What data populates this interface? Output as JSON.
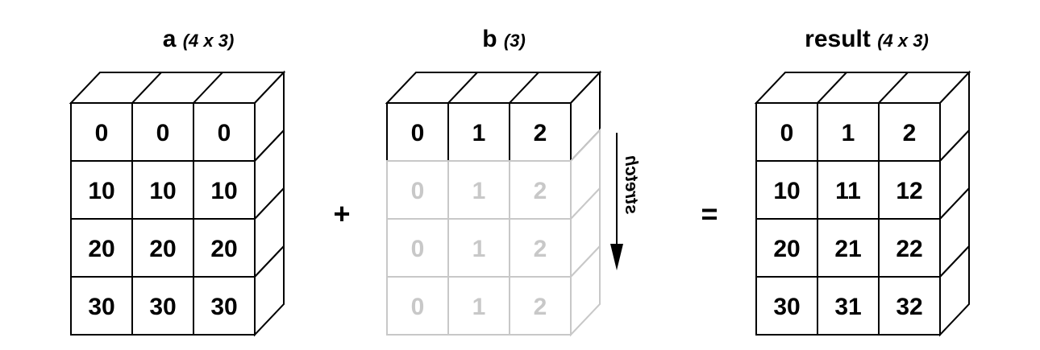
{
  "arrays": [
    {
      "name": "a",
      "shape": "(4 x 3)",
      "rows": [
        [
          "0",
          "0",
          "0"
        ],
        [
          "10",
          "10",
          "10"
        ],
        [
          "20",
          "20",
          "20"
        ],
        [
          "30",
          "30",
          "30"
        ]
      ],
      "row_faded": [
        false,
        false,
        false,
        false
      ]
    },
    {
      "name": "b",
      "shape": "(3)",
      "rows": [
        [
          "0",
          "1",
          "2"
        ],
        [
          "0",
          "1",
          "2"
        ],
        [
          "0",
          "1",
          "2"
        ],
        [
          "0",
          "1",
          "2"
        ]
      ],
      "row_faded": [
        false,
        true,
        true,
        true
      ]
    },
    {
      "name": "result",
      "shape": "(4 x 3)",
      "rows": [
        [
          "0",
          "1",
          "2"
        ],
        [
          "10",
          "11",
          "12"
        ],
        [
          "20",
          "21",
          "22"
        ],
        [
          "30",
          "31",
          "32"
        ]
      ],
      "row_faded": [
        false,
        false,
        false,
        false
      ]
    }
  ],
  "operators": {
    "plus": "+",
    "equals": "="
  },
  "stretch_label": "stretch",
  "colors": {
    "stroke": "#000000",
    "faded": "#c8c8c8",
    "background": "#ffffff"
  }
}
